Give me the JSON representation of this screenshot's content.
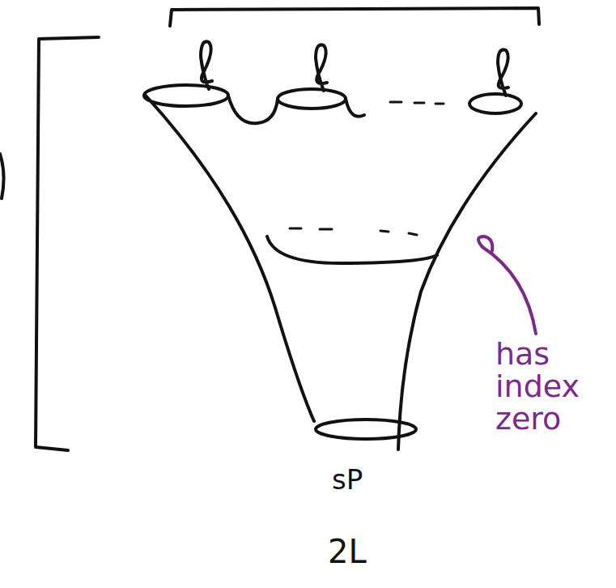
{
  "diagram": {
    "labels": [
      "sP",
      "2L",
      "has index zero"
    ]
  }
}
